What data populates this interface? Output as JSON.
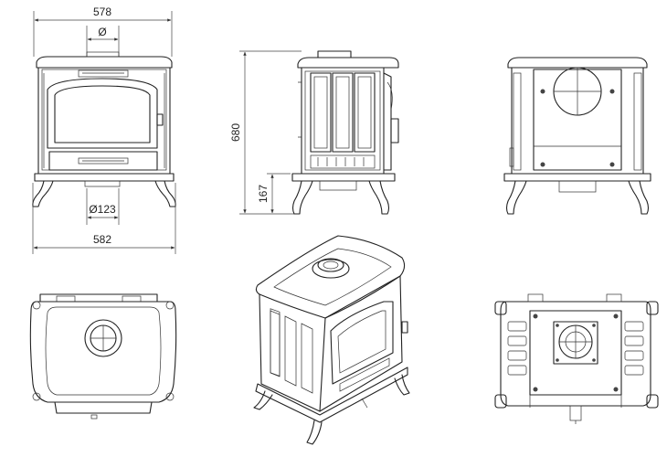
{
  "dimensions": {
    "top_width": "578",
    "flue_diameter_symbol": "Ø",
    "air_inlet_diameter": "Ø123",
    "bottom_width": "582",
    "total_height": "680",
    "leg_height": "167"
  },
  "colors": {
    "line": "#222222",
    "background": "#ffffff"
  }
}
